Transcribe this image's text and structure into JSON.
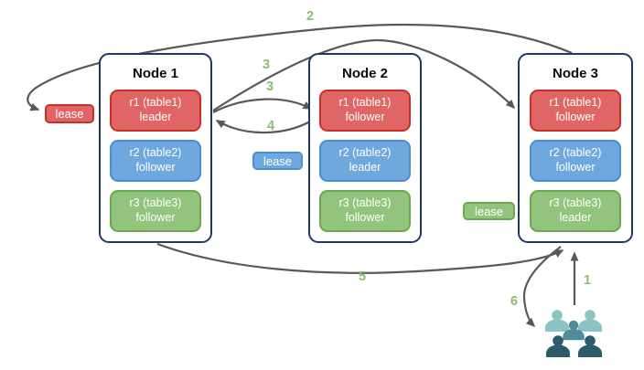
{
  "nodes": [
    {
      "title": "Node 1",
      "replicas": [
        {
          "id": "r1 (table1)",
          "role": "leader",
          "color": "red"
        },
        {
          "id": "r2 (table2)",
          "role": "follower",
          "color": "blue"
        },
        {
          "id": "r3 (table3)",
          "role": "follower",
          "color": "green"
        }
      ]
    },
    {
      "title": "Node 2",
      "replicas": [
        {
          "id": "r1 (table1)",
          "role": "follower",
          "color": "red"
        },
        {
          "id": "r2 (table2)",
          "role": "leader",
          "color": "blue"
        },
        {
          "id": "r3 (table3)",
          "role": "follower",
          "color": "green"
        }
      ]
    },
    {
      "title": "Node 3",
      "replicas": [
        {
          "id": "r1 (table1)",
          "role": "follower",
          "color": "red"
        },
        {
          "id": "r2 (table2)",
          "role": "follower",
          "color": "blue"
        },
        {
          "id": "r3 (table3)",
          "role": "leader",
          "color": "green"
        }
      ]
    }
  ],
  "leases": [
    {
      "label": "lease",
      "color": "red"
    },
    {
      "label": "lease",
      "color": "blue"
    },
    {
      "label": "lease",
      "color": "green"
    }
  ],
  "step_labels": {
    "one": "1",
    "two": "2",
    "three_a": "3",
    "three_b": "3",
    "four": "4",
    "five": "5",
    "six": "6"
  },
  "icons": {
    "users": "users-group-icon"
  },
  "colors": {
    "arrow": "#595959",
    "step_label": "#8cbd6e",
    "node_border": "#1f3864",
    "red_fill": "#e06666",
    "red_border": "#cc2f27",
    "blue_fill": "#6fa8dc",
    "blue_border": "#4a8fd3",
    "green_fill": "#93c47d",
    "green_border": "#6aa84f",
    "users_light": "#8cc3c5",
    "users_mid": "#4e8c9c",
    "users_dark": "#2c5b6b"
  }
}
